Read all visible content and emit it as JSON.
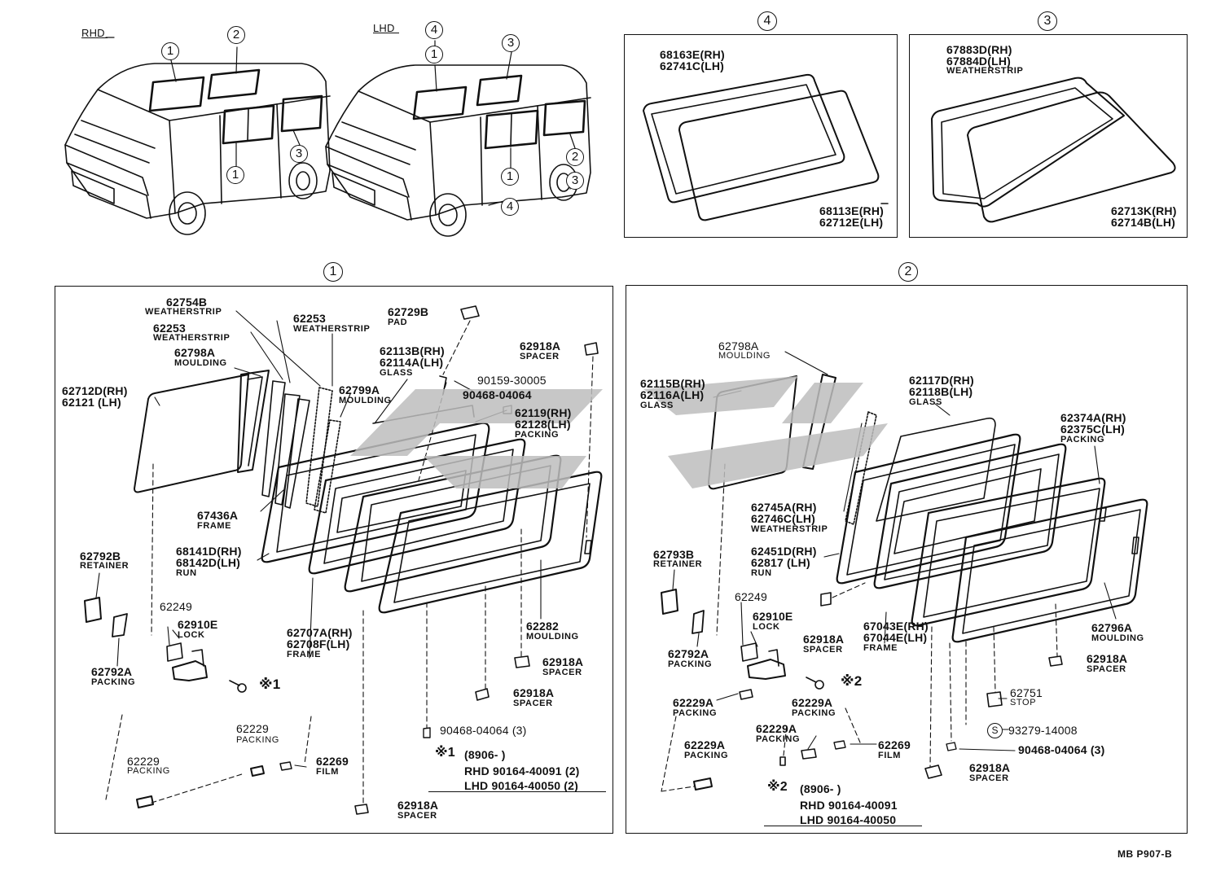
{
  "diagram": {
    "overview": {
      "rhd_label": "RHD",
      "lhd_label": "LHD",
      "rhd_callouts": [
        "1",
        "2",
        "1",
        "3"
      ],
      "lhd_callouts": [
        "4",
        "1",
        "3",
        "2",
        "1",
        "3",
        "4"
      ]
    },
    "panel4": {
      "title": "4",
      "parts": [
        {
          "lines": [
            "68163E(RH)",
            "62741C(LH)"
          ]
        },
        {
          "lines": [
            "68113E(RH)",
            "62712E(LH)"
          ]
        }
      ]
    },
    "panel3": {
      "title": "3",
      "parts": [
        {
          "lines": [
            "67883D(RH)",
            "67884D(LH)"
          ],
          "name": "WEATHERSTRIP"
        },
        {
          "lines": [
            "62713K(RH)",
            "62714B(LH)"
          ]
        }
      ]
    },
    "panel1": {
      "title": "1",
      "parts": [
        {
          "code": "62754B",
          "name": "WEATHERSTRIP"
        },
        {
          "code": "62253",
          "name": "WEATHERSTRIP"
        },
        {
          "code": "62253",
          "name": "WEATHERSTRIP"
        },
        {
          "code": "62798A",
          "name": "MOULDING"
        },
        {
          "code": "62729B",
          "name": "PAD"
        },
        {
          "lines": [
            "62113B(RH)",
            "62114A(LH)"
          ],
          "name": "GLASS"
        },
        {
          "code": "62918A",
          "name": "SPACER"
        },
        {
          "lines": [
            "62712D(RH)",
            "62121 (LH)"
          ]
        },
        {
          "code": "62799A",
          "name": "MOULDING"
        },
        {
          "code": "90159-30005"
        },
        {
          "code": "90468-04064"
        },
        {
          "lines": [
            "62119(RH)",
            "62128(LH)"
          ],
          "name": "PACKING"
        },
        {
          "code": "67436A",
          "name": "FRAME"
        },
        {
          "code": "62792B",
          "name": "RETAINER"
        },
        {
          "lines": [
            "68141D(RH)",
            "68142D(LH)"
          ],
          "name": "RUN"
        },
        {
          "code": "62249"
        },
        {
          "code": "62910E",
          "name": "LOCK"
        },
        {
          "lines": [
            "62707A(RH)",
            "62708F(LH)"
          ],
          "name": "FRAME"
        },
        {
          "code": "62282",
          "name": "MOULDING"
        },
        {
          "code": "62792A",
          "name": "PACKING"
        },
        {
          "code": "62918A",
          "name": "SPACER"
        },
        {
          "code": "62918A",
          "name": "SPACER"
        },
        {
          "code": "62229",
          "name": "PACKING"
        },
        {
          "code": "62229",
          "name": "PACKING"
        },
        {
          "code": "62269",
          "name": "FILM"
        },
        {
          "code": "90468-04064 (3)"
        },
        {
          "code": "62918A",
          "name": "SPACER"
        }
      ],
      "note_mark": "※1",
      "note": {
        "mark": "※1",
        "date": "(8906-      )",
        "rhd": "RHD 90164-40091 (2)",
        "lhd": "LHD 90164-40050 (2)"
      }
    },
    "panel2": {
      "title": "2",
      "parts": [
        {
          "code": "62798A",
          "name": "MOULDING"
        },
        {
          "lines": [
            "62115B(RH)",
            "62116A(LH)"
          ],
          "name": "GLASS"
        },
        {
          "lines": [
            "62117D(RH)",
            "62118B(LH)"
          ],
          "name": "GLASS"
        },
        {
          "lines": [
            "62374A(RH)",
            "62375C(LH)"
          ],
          "name": "PACKING"
        },
        {
          "lines": [
            "62745A(RH)",
            "62746C(LH)"
          ],
          "name": "WEATHERSTRIP"
        },
        {
          "lines": [
            "62451D(RH)",
            "62817 (LH)"
          ],
          "name": "RUN"
        },
        {
          "code": "62793B",
          "name": "RETAINER"
        },
        {
          "code": "62249"
        },
        {
          "code": "62910E",
          "name": "LOCK"
        },
        {
          "code": "62918A",
          "name": "SPACER"
        },
        {
          "lines": [
            "67043E(RH)",
            "67044E(LH)"
          ],
          "name": "FRAME"
        },
        {
          "code": "62796A",
          "name": "MOULDING"
        },
        {
          "code": "62792A",
          "name": "PACKING"
        },
        {
          "code": "62918A",
          "name": "SPACER"
        },
        {
          "code": "62229A",
          "name": "PACKING"
        },
        {
          "code": "62229A",
          "name": "PACKING"
        },
        {
          "code": "62751",
          "name": "STOP"
        },
        {
          "code": "62229A",
          "name": "PACKING"
        },
        {
          "code": "62229A",
          "name": "PACKING"
        },
        {
          "code": "62269",
          "name": "FILM"
        },
        {
          "code": "93279-14008"
        },
        {
          "code": "90468-04064 (3)"
        },
        {
          "code": "62918A",
          "name": "SPACER"
        }
      ],
      "note_mark": "※2",
      "s_mark": "S",
      "note": {
        "mark": "※2",
        "date": "(8906-      )",
        "rhd": "RHD 90164-40091",
        "lhd": "LHD 90164-40050"
      }
    },
    "footer_ref": "MB P907-B",
    "colors": {
      "ink": "#111111",
      "watermark": "#bdbdbd",
      "background": "#ffffff"
    }
  }
}
